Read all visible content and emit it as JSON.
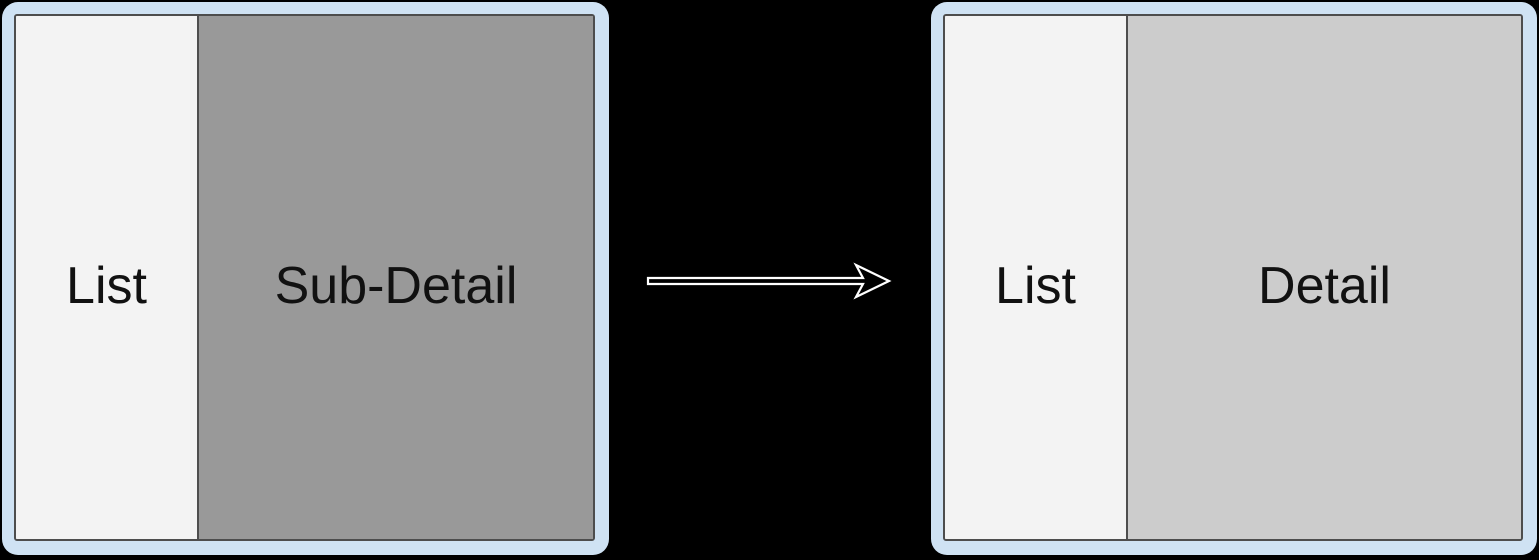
{
  "colors": {
    "page_background": "#000000",
    "panel_frame": "#cfe2f3",
    "panel_border": "#4d4d4d",
    "text": "#111111",
    "arrow_stroke": "#ffffff",
    "arrow_fill": "#000000",
    "list_pane_bg": "#f3f3f3",
    "sub_detail_pane_bg": "#999999",
    "detail_pane_bg": "#cccccc"
  },
  "panels": [
    {
      "id": "before",
      "sections": [
        {
          "label": "List",
          "bg": "#f3f3f3"
        },
        {
          "label": "Sub-Detail",
          "bg": "#999999"
        }
      ]
    },
    {
      "id": "after",
      "sections": [
        {
          "label": "List",
          "bg": "#f3f3f3"
        },
        {
          "label": "Detail",
          "bg": "#cccccc"
        }
      ]
    }
  ],
  "arrow": {
    "icon": "right-arrow",
    "direction": "right"
  }
}
